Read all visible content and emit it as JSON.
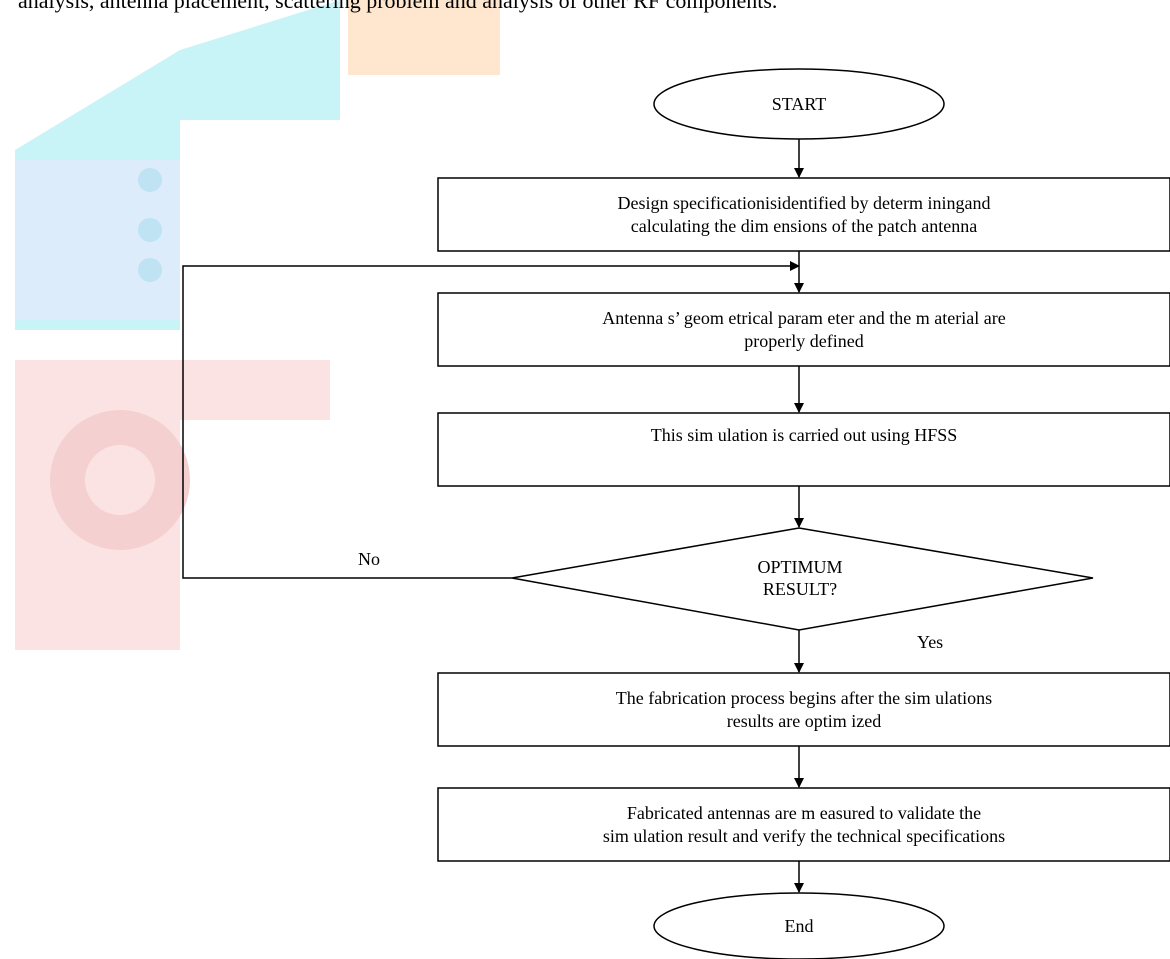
{
  "intro_text": "analysis, antenna placement, scattering problem and analysis of other RF components.",
  "flowchart": {
    "start": "START",
    "step1": [
      "Design specificationisidentified by determ iningand",
      "calculating the dim ensions of the patch antenna"
    ],
    "step2": [
      "Antenna s’ geom etrical param eter and the m aterial are",
      "properly defined"
    ],
    "step3": [
      "This sim ulation is carried out using HFSS"
    ],
    "decision": [
      "OPTIMUM",
      "RESULT?"
    ],
    "no_label": "No",
    "yes_label": "Yes",
    "step4": [
      "The fabrication process begins after the sim ulations",
      "results are optim ized"
    ],
    "step5": [
      "Fabricated antennas are m easured to validate the",
      "sim ulation result and verify the technical specifications"
    ],
    "end": "End"
  },
  "watermark": {
    "colors": {
      "cyan": "#c9f4f7",
      "orange": "#ffe6cf",
      "blue": "#dcecfa",
      "red": "#fce3e3"
    }
  }
}
